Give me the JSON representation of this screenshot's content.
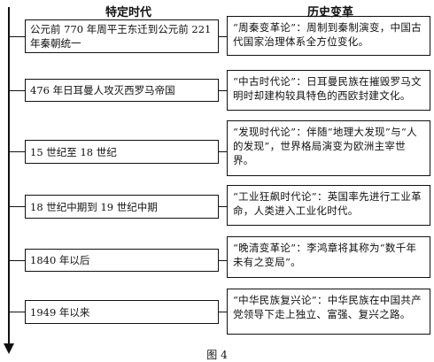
{
  "headers": {
    "left": "特定时代",
    "right": "历史变革"
  },
  "rows": [
    {
      "era": "公元前 770 年周平王东迁到公元前 221 年秦朝统一",
      "change": "“周秦变革论”：周制到秦制演变，中国古代国家治理体系全方位变化。"
    },
    {
      "era": "476 年日耳曼人攻灭西罗马帝国",
      "change": "“中古时代论”：日耳曼民族在摧毁罗马文明时却建构较具特色的西欧封建文化。"
    },
    {
      "era": "15 世纪至 18 世纪",
      "change": "“发现时代论”：伴随“地理大发现”与“人的发现”，世界格局演变为欧洲主宰世界。"
    },
    {
      "era": "18 世纪中期到 19 世纪中期",
      "change": "“工业狂飙时代论”：英国率先进行工业革命，人类进入工业化时代。"
    },
    {
      "era": "1840 年以后",
      "change": "“晚清变革论”：李鸿章将其称为“数千年未有之变局”。"
    },
    {
      "era": "1949 年以来",
      "change": "“中华民族复兴论”：中华民族在中国共产党领导下走上独立、富强、复兴之路。"
    }
  ],
  "caption": "图 4"
}
